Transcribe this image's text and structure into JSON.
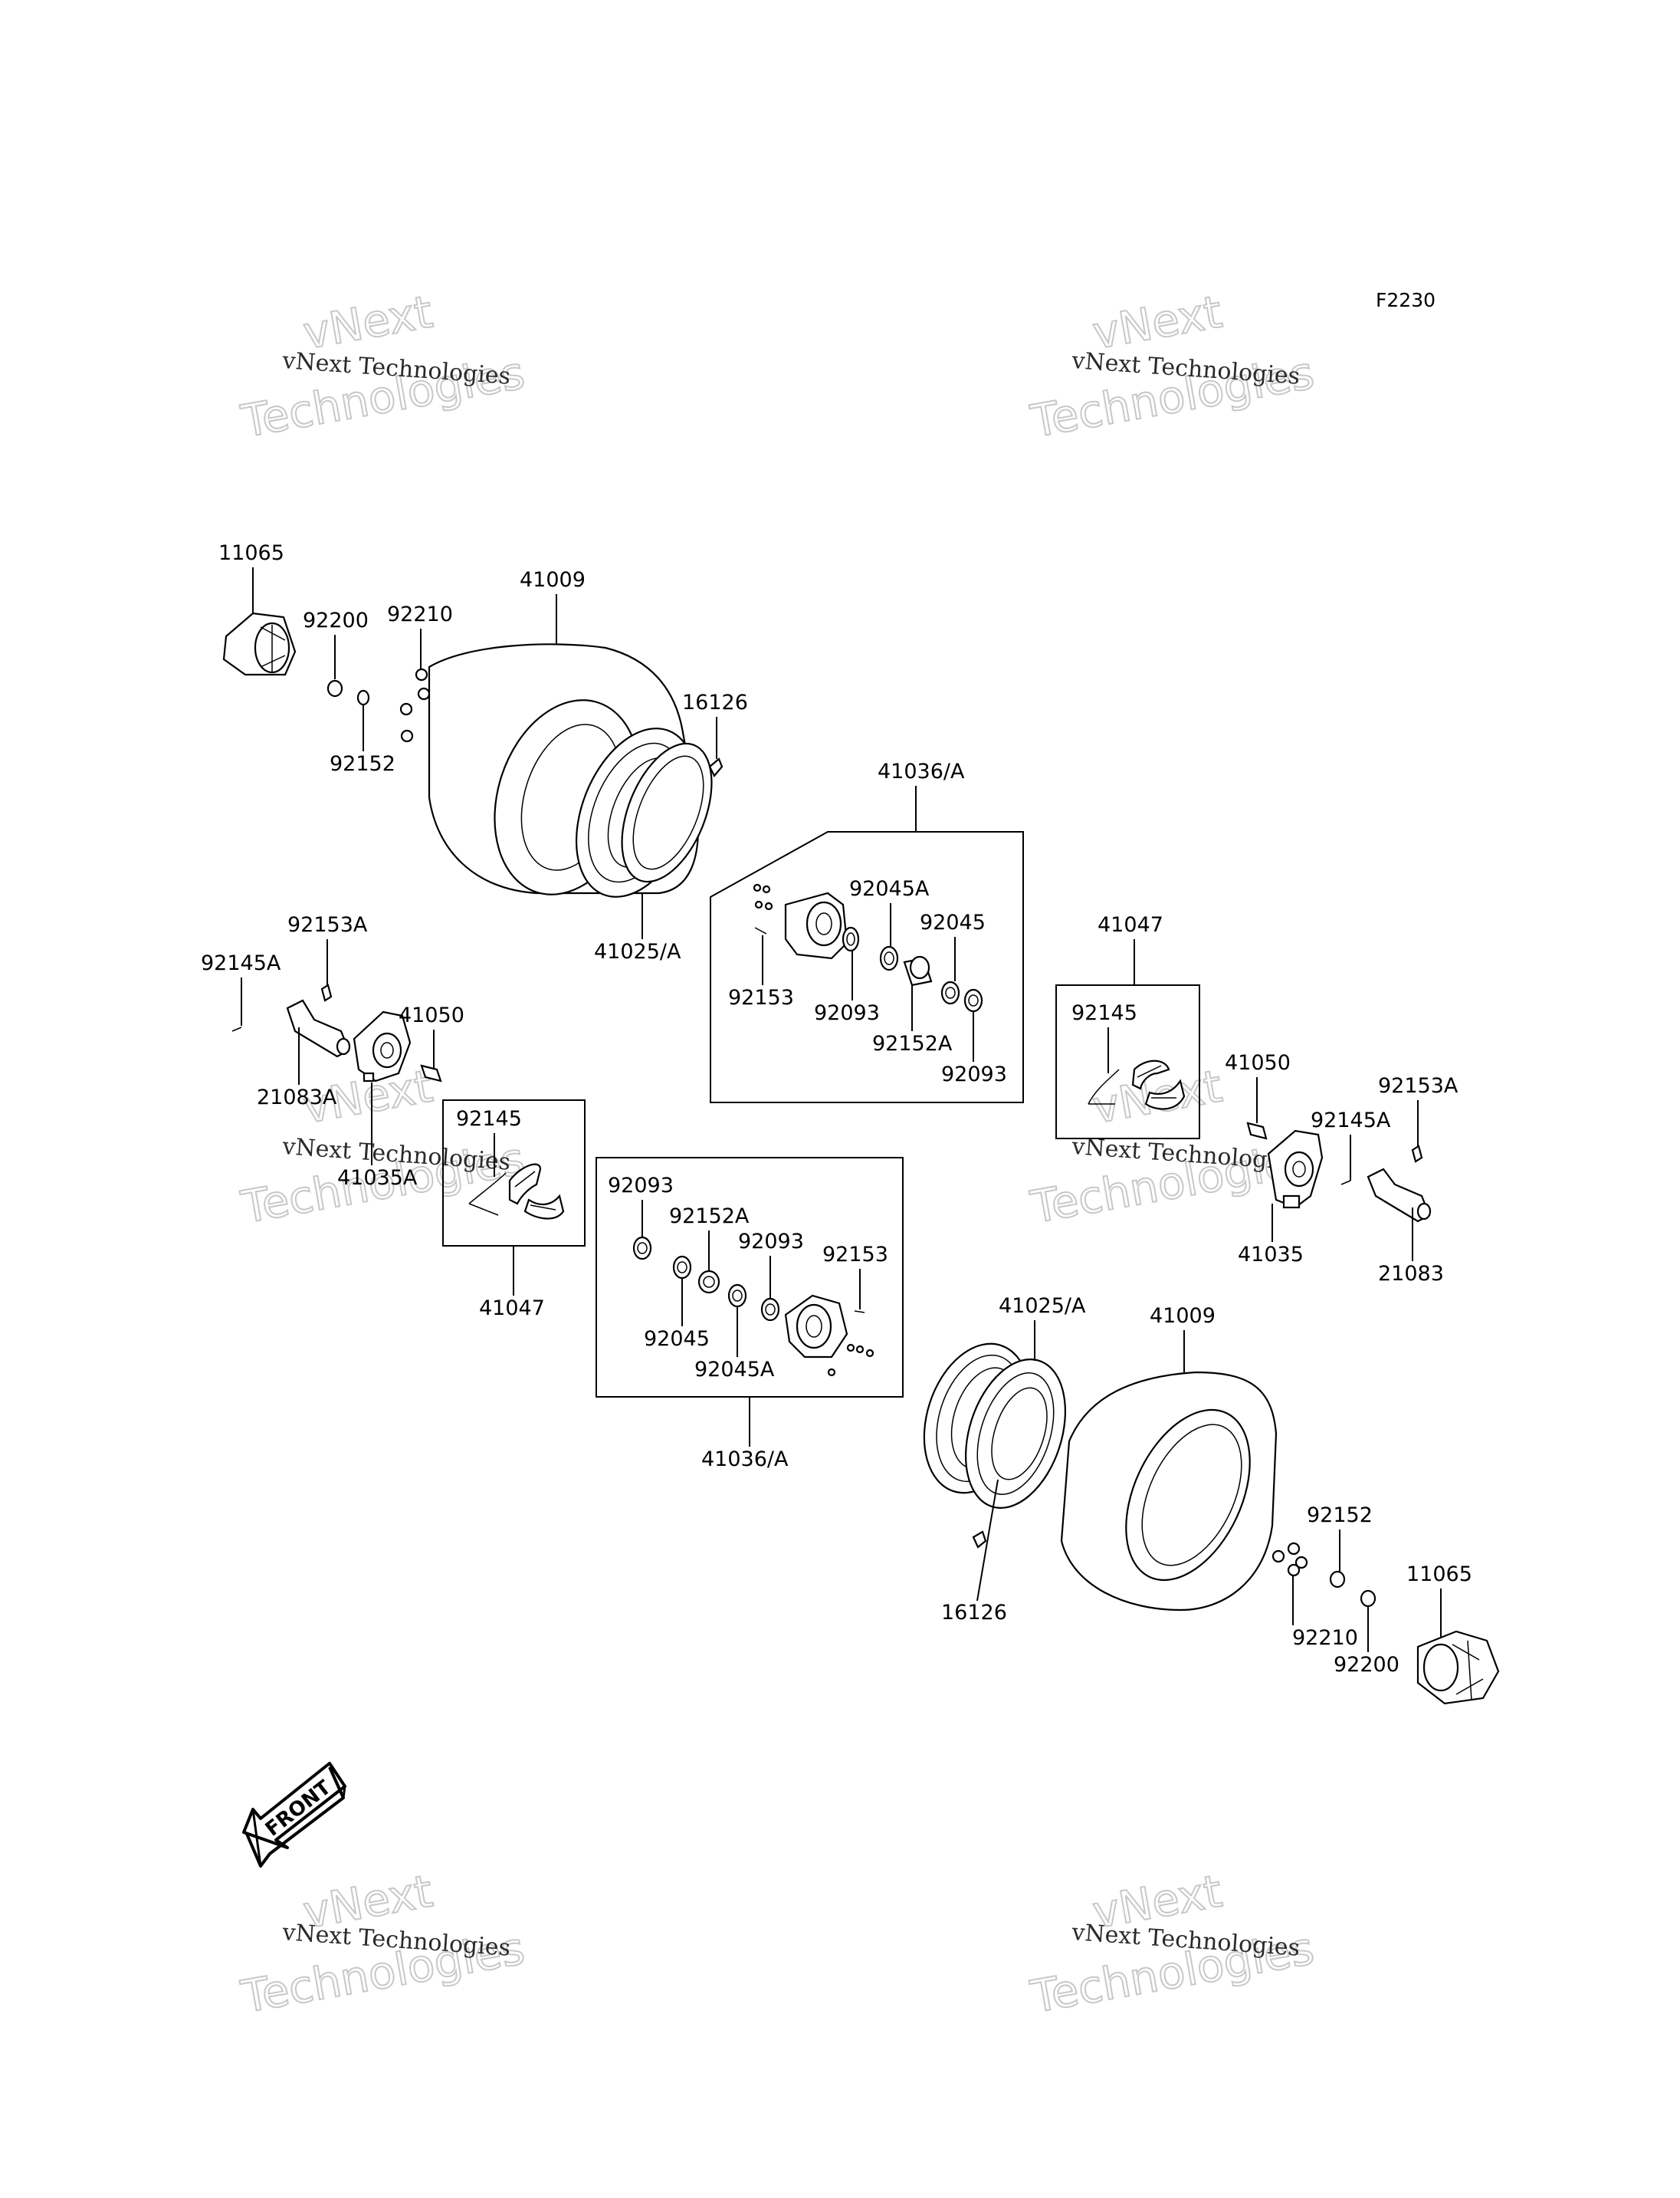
{
  "figure_code": "F2230",
  "front_label": "FRONT",
  "watermark": {
    "line1": "vNext Technologies",
    "line2": "vNext",
    "line3": "Technologies"
  },
  "labels": {
    "l_11065": "11065",
    "l_92200": "92200",
    "l_92210": "92210",
    "l_92152": "92152",
    "l_41009": "41009",
    "l_16126": "16126",
    "l_41025A": "41025/A",
    "l_41036A": "41036/A",
    "l_92045A": "92045A",
    "l_92045": "92045",
    "l_92153": "92153",
    "l_92093a": "92093",
    "l_92152A": "92152A",
    "l_92093b": "92093",
    "l_92153A": "92153A",
    "l_92145A": "92145A",
    "l_41050": "41050",
    "l_21083A": "21083A",
    "l_41035A": "41035A",
    "l_92145": "92145",
    "l_41047": "41047",
    "r_41047": "41047",
    "r_92145": "92145",
    "r_41050": "41050",
    "r_92153A": "92153A",
    "r_92145A": "92145A",
    "r_41035": "41035",
    "r_21083": "21083",
    "c_92093a": "92093",
    "c_92152A": "92152A",
    "c_92093b": "92093",
    "c_92153": "92153",
    "c_92045": "92045",
    "c_92045A": "92045A",
    "c_41036A": "41036/A",
    "b_41025A": "41025/A",
    "b_41009": "41009",
    "b_92152": "92152",
    "b_16126": "16126",
    "b_92210": "92210",
    "b_11065": "11065",
    "b_92200": "92200"
  }
}
